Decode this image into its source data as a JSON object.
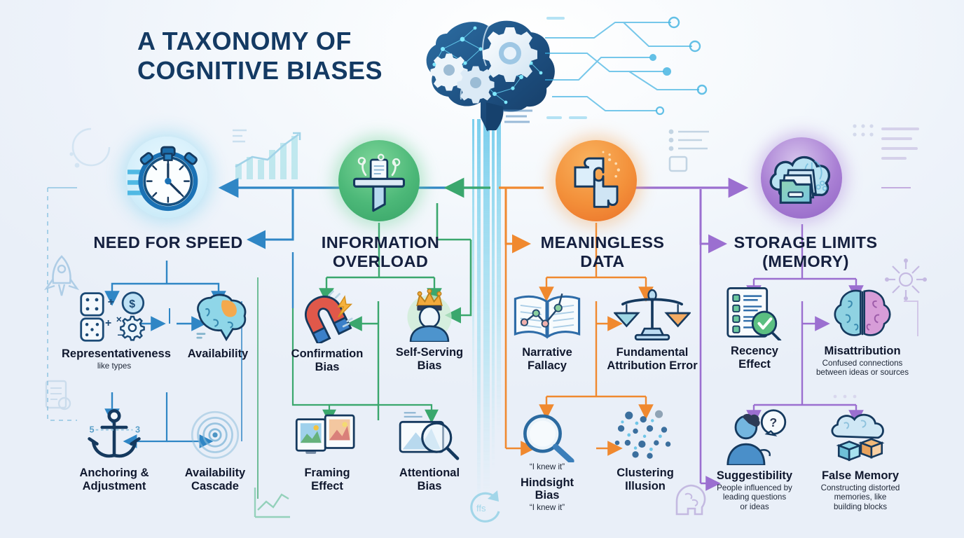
{
  "title": {
    "line1": "A Taxonomy of",
    "line2": "Cognitive Biases"
  },
  "hero": {
    "icon": "brain-network-gears-icon"
  },
  "palette": {
    "speed": "#2f86c5",
    "overload": "#3aa76d",
    "meaningless": "#f0892f",
    "storage": "#9b6fd0",
    "title_navy": "#143a63",
    "text_dark": "#10182e",
    "background": "#eef3fa"
  },
  "categories": [
    {
      "id": "need-for-speed",
      "title": "Need for Speed",
      "icon": "stopwatch-speed-icon",
      "color": "#2f86c5",
      "items": [
        {
          "name": "Representativeness",
          "sub": "like types",
          "icon": "dice-dollar-gear-icon"
        },
        {
          "name": "Availability",
          "sub": "",
          "icon": "brain-highlight-icon"
        },
        {
          "name": "Anchoring &\nAdjustment",
          "sub": "",
          "icon": "anchor-icon"
        },
        {
          "name": "Availability\nCascade",
          "sub": "",
          "icon": "ripple-waves-icon"
        }
      ]
    },
    {
      "id": "information-overload",
      "title": "Information\nOverload",
      "icon": "funnel-document-icon",
      "color": "#3aa76d",
      "items": [
        {
          "name": "Confirmation\nBias",
          "sub": "",
          "icon": "magnet-spark-icon"
        },
        {
          "name": "Self-Serving\nBias",
          "sub": "",
          "icon": "crowned-person-icon"
        },
        {
          "name": "Framing\nEffect",
          "sub": "",
          "icon": "picture-frames-icon"
        },
        {
          "name": "Attentional\nBias",
          "sub": "",
          "icon": "magnifier-landscape-icon"
        }
      ]
    },
    {
      "id": "meaningless-data",
      "title": "Meaningless\nData",
      "icon": "puzzle-pieces-icon",
      "color": "#f0892f",
      "items": [
        {
          "name": "Narrative\nFallacy",
          "sub": "",
          "icon": "open-book-chart-icon"
        },
        {
          "name": "Fundamental\nAttribution Error",
          "sub": "",
          "icon": "balance-scale-icon"
        },
        {
          "name": "Hindsight\nBias",
          "pre": "“I knew it”",
          "sub": "“I knew it”",
          "icon": "magnifying-glass-icon"
        },
        {
          "name": "Clustering\nIllusion",
          "sub": "",
          "icon": "dot-cluster-icon"
        }
      ]
    },
    {
      "id": "storage-limits",
      "title": "Storage Limits\n(Memory)",
      "icon": "cloud-brain-files-icon",
      "color": "#9b6fd0",
      "items": [
        {
          "name": "Recency\nEffect",
          "sub": "",
          "icon": "checklist-magnifier-icon"
        },
        {
          "name": "Misattribution",
          "sub": "Confused connections\nbetween ideas or sources",
          "icon": "split-brain-icon"
        },
        {
          "name": "Suggestibility",
          "sub": "People influenced by\nleading questions\nor ideas",
          "icon": "person-question-bubble-icon"
        },
        {
          "name": "False Memory",
          "sub": "Constructing distorted\nmemories, like\nbuilding blocks",
          "icon": "cloud-blocks-icon"
        }
      ]
    }
  ],
  "decorations": [
    {
      "name": "rocket-icon"
    },
    {
      "name": "document-check-icon"
    },
    {
      "name": "bar-chart-icon"
    },
    {
      "name": "line-chart-icon"
    },
    {
      "name": "list-layout-icon"
    },
    {
      "name": "grid-dots-icon"
    },
    {
      "name": "text-lines-icon"
    },
    {
      "name": "atom-icon"
    },
    {
      "name": "head-brain-icon"
    },
    {
      "name": "refresh-arrow-icon"
    },
    {
      "name": "circle-arc-icon"
    }
  ]
}
